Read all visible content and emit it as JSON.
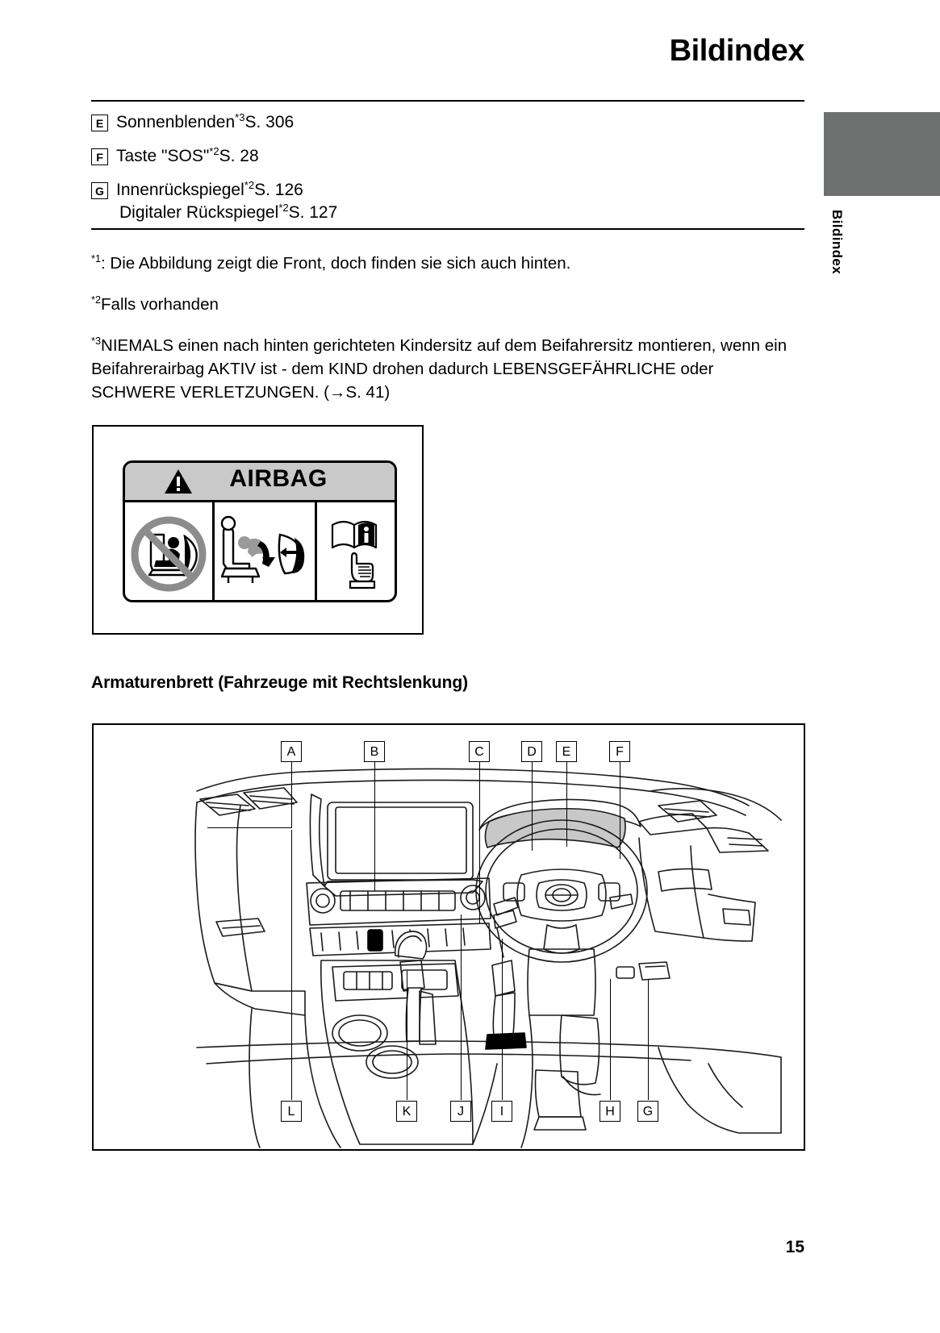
{
  "header": {
    "title": "Bildindex"
  },
  "side_tab": {
    "label": "Bildindex",
    "block_color": "#6e7170"
  },
  "index_list": [
    {
      "badge": "E",
      "lines": [
        {
          "text": "Sonnenblenden",
          "sup": "*3",
          "page_ref": "S. 306"
        }
      ]
    },
    {
      "badge": "F",
      "lines": [
        {
          "text": "Taste \"SOS\"",
          "sup": "*2",
          "page_ref": "S. 28"
        }
      ]
    },
    {
      "badge": "G",
      "lines": [
        {
          "text": " Innenrückspiegel",
          "sup": "*2",
          "page_ref": "S. 126"
        },
        {
          "text": "Digitaler Rückspiegel",
          "sup": "*2",
          "page_ref": "S. 127"
        }
      ]
    }
  ],
  "footnotes": [
    {
      "marker": "*1",
      "text": ": Die Abbildung zeigt die Front, doch finden sie sich auch hinten."
    },
    {
      "marker": "*2",
      "text": "Falls vorhanden"
    },
    {
      "marker": "*3",
      "text": "NIEMALS einen nach hinten gerichteten Kindersitz auf dem Beifahrersitz montieren, wenn ein Beifahrerairbag AKTIV ist - dem KIND drohen dadurch LEBENSGEFÄHRLICHE oder SCHWERE VERLETZUNGEN. (→S. 41)"
    }
  ],
  "airbag_label": {
    "word": "AIRBAG",
    "header_bg": "#c9c9c9",
    "cells": [
      {
        "name": "no-rear-facing-child-seat",
        "description": "Rear-facing child seat in prohibition circle"
      },
      {
        "name": "airbag-deployment",
        "description": "Seat with deploying airbag arrows"
      },
      {
        "name": "read-manual",
        "description": "Open book and pointing hand"
      }
    ]
  },
  "section": {
    "heading": "Armaturenbrett (Fahrzeuge mit Rechtslenkung)"
  },
  "dashboard_callouts": {
    "top": [
      "A",
      "B",
      "C",
      "D",
      "E",
      "F"
    ],
    "bottom": [
      "L",
      "K",
      "J",
      "I",
      "H",
      "G"
    ]
  },
  "footer": {
    "page_number": "15"
  }
}
